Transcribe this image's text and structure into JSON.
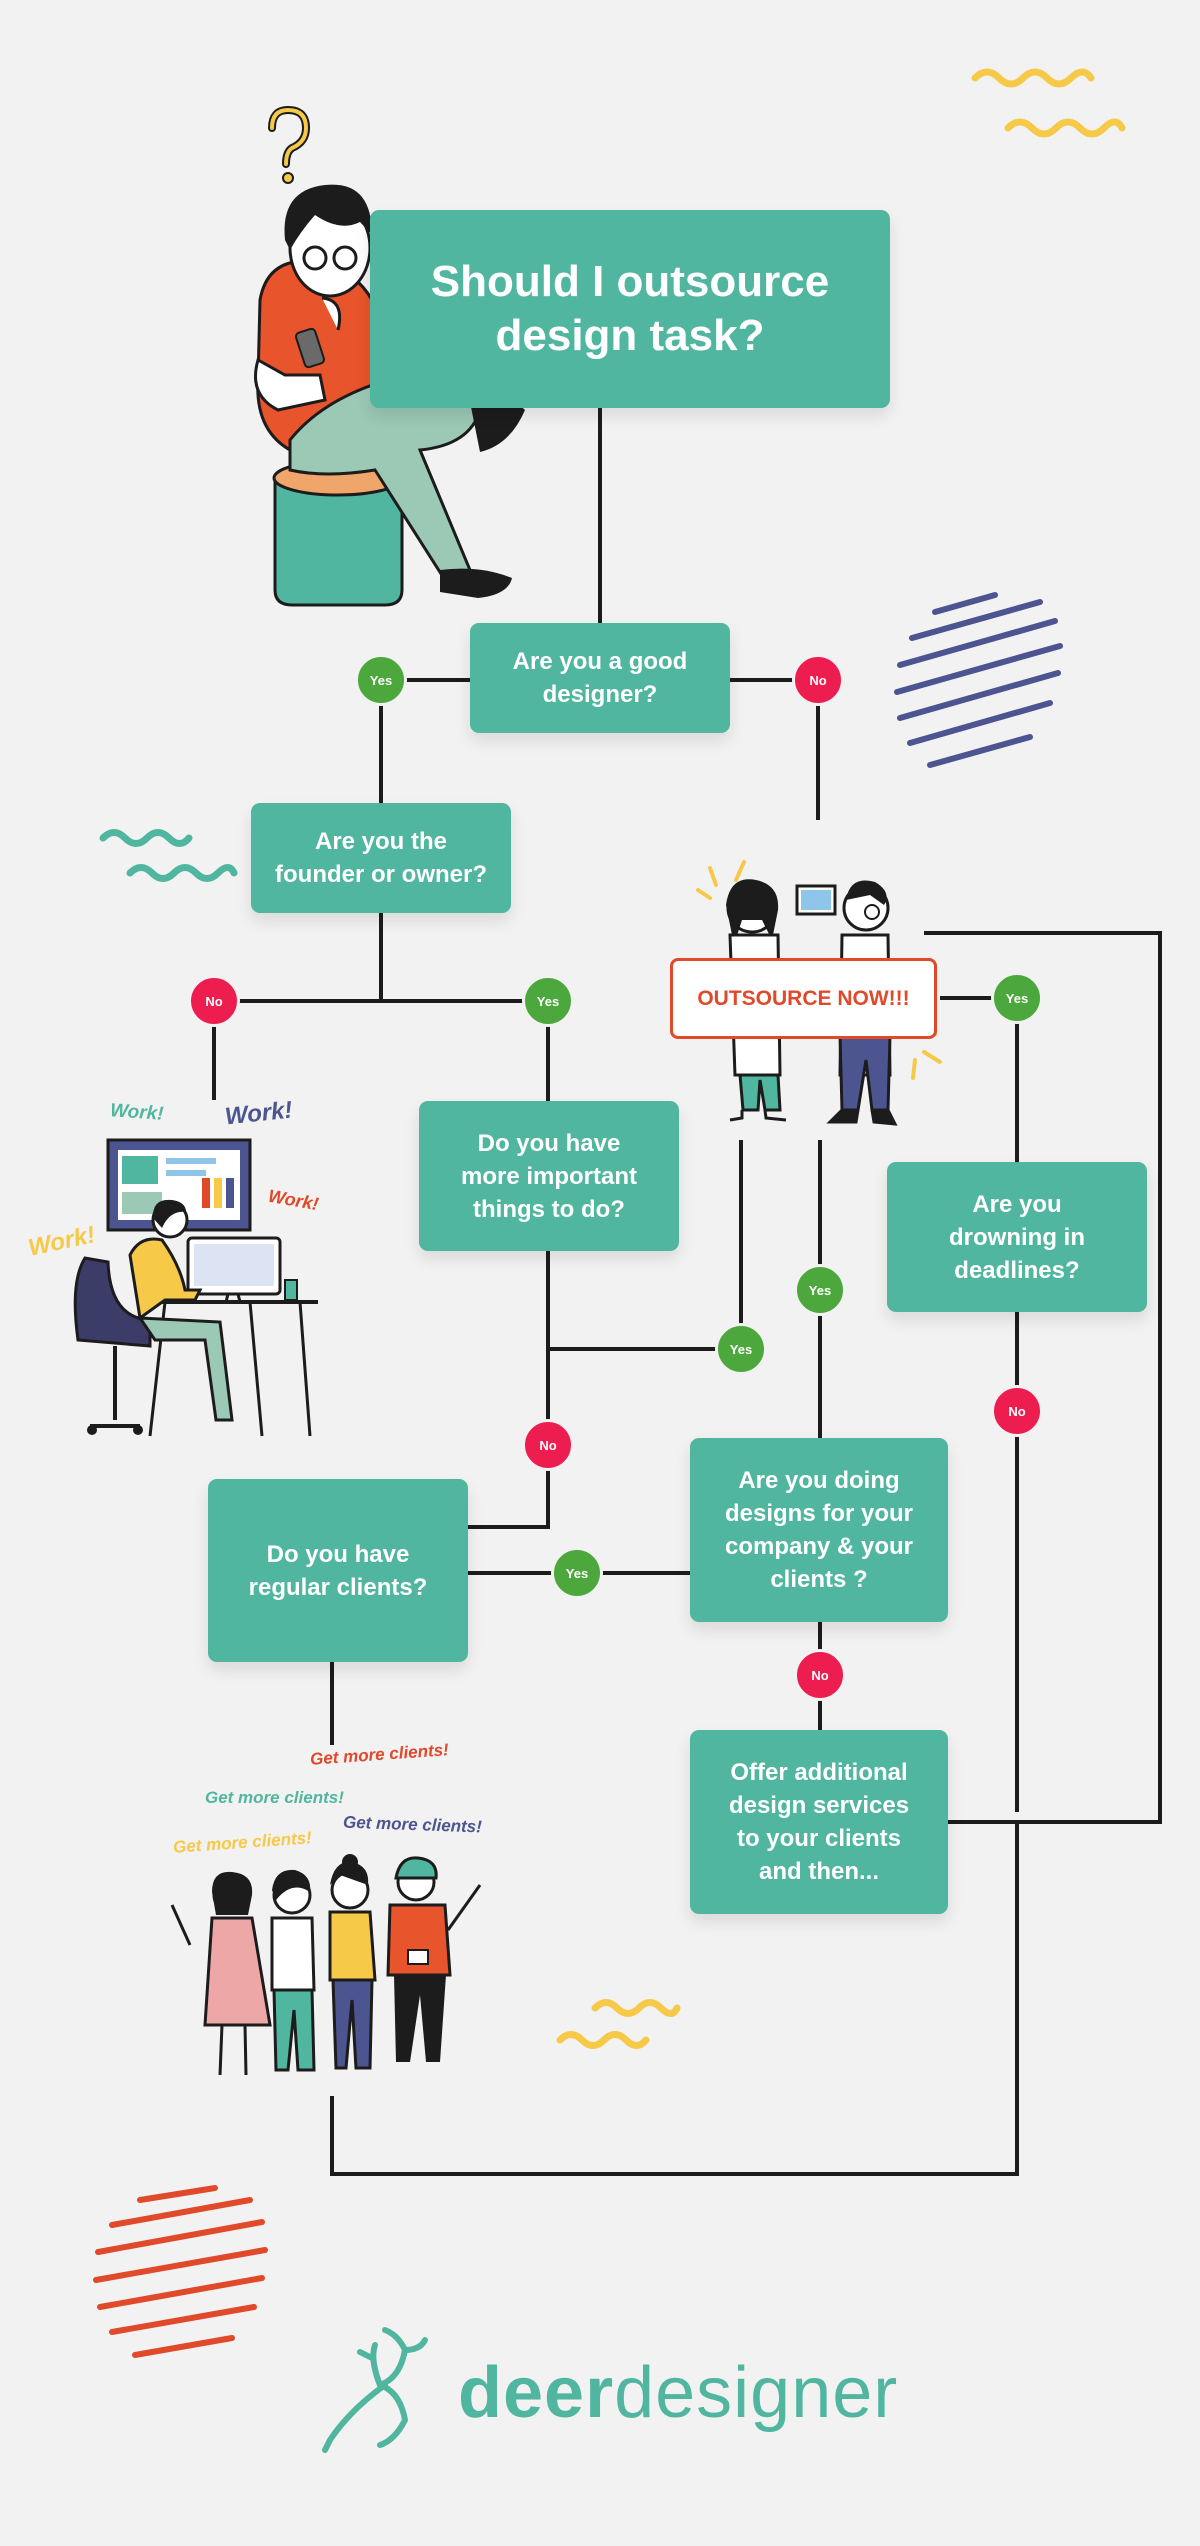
{
  "colors": {
    "teal": "#50b69f",
    "yes_green": "#4ca83c",
    "no_red": "#ee1d4f",
    "line": "#1c1c1c",
    "orange_red": "#e04a2b",
    "yellow": "#f7c948",
    "navy": "#4c5590",
    "background": "#f2f2f2"
  },
  "title": "Should I outsource\ndesign task?",
  "questions": {
    "good_designer": "Are you a good\ndesigner?",
    "founder": "Are you the\nfounder or owner?",
    "important": "Do you have\nmore important\nthings to do?",
    "regular_clients": "Do you have\nregular clients?",
    "company_clients": "Are you doing\ndesigns for your\ncompany & your\nclients ?",
    "drowning": "Are you\ndrowning in\ndeadlines?",
    "offer": "Offer additional\ndesign services\nto your clients\nand then..."
  },
  "answers": {
    "yes": "Yes",
    "no": "No"
  },
  "outcome": "OUTSOURCE NOW!!!",
  "work_labels": [
    "Work!",
    "Work!",
    "Work!",
    "Work!"
  ],
  "client_labels": [
    "Get more clients!",
    "Get more clients!",
    "Get more clients!",
    "Get more clients!"
  ],
  "brand": {
    "part1": "deer",
    "part2": "designer"
  },
  "icons": [
    "thinking-man-illustration",
    "question-mark-icon",
    "designer-at-desk-illustration",
    "two-people-shouting-illustration",
    "group-of-people-illustration",
    "deer-logo-icon",
    "squiggle-decoration",
    "striped-circle-decoration"
  ]
}
